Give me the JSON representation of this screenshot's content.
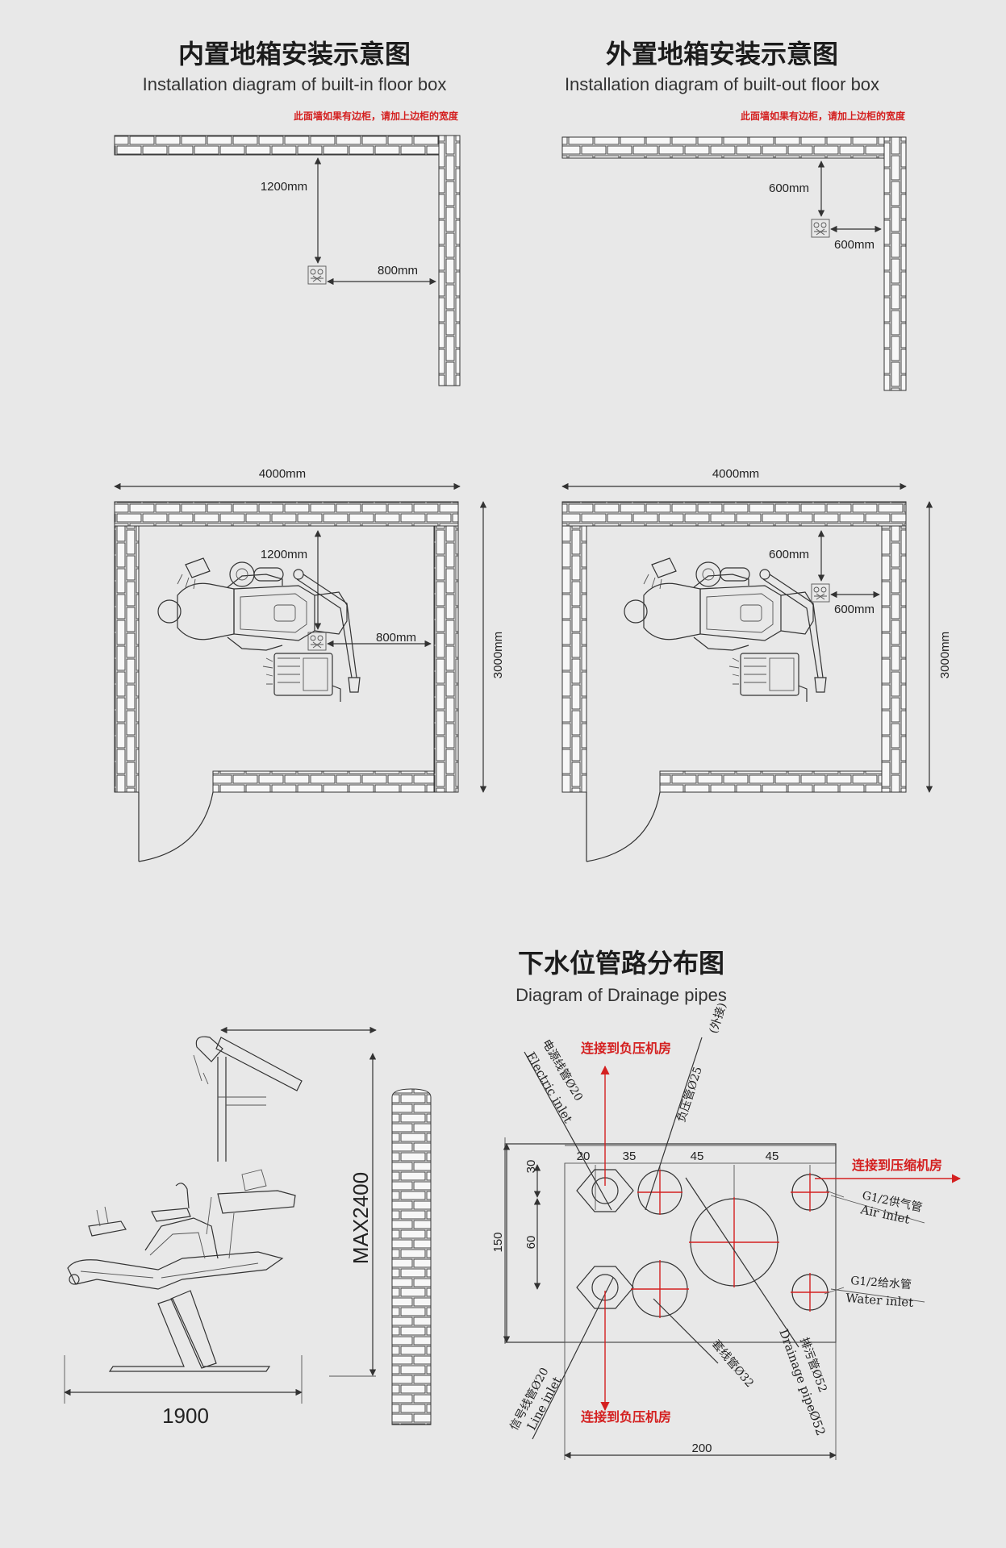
{
  "sections": {
    "builtin": {
      "title_cn": "内置地箱安装示意图",
      "title_en": "Installation diagram of built-in floor box",
      "note": "此面墙如果有边柜，请加上边柜的宽度",
      "dim_vertical": "1200mm",
      "dim_horizontal": "800mm",
      "room_width": "4000mm",
      "room_depth": "3000mm"
    },
    "builtout": {
      "title_cn": "外置地箱安装示意图",
      "title_en": "Installation diagram of built-out floor box",
      "note": "此面墙如果有边柜，请加上边柜的宽度",
      "dim_vertical": "600mm",
      "dim_horizontal": "600mm",
      "room_width": "4000mm",
      "room_depth": "3000mm"
    },
    "drainage": {
      "title_cn": "下水位管路分布图",
      "title_en": "Diagram of Drainage pipes",
      "max_height": "MAX2400",
      "chair_length": "1900",
      "dims": {
        "d20": "20",
        "d35": "35",
        "d45a": "45",
        "d45b": "45",
        "d30": "30",
        "d60": "60",
        "d150": "150",
        "d200": "200"
      },
      "labels": {
        "electric_cn": "电源线管Ø20",
        "electric_en": "Electric inlet",
        "negative_cn": "负压管Ø25",
        "negative_note": "(外接)",
        "air_cn": "G1/2供气管",
        "air_en": "Air inlet",
        "water_cn": "G1/2给水管",
        "water_en": "Water inlet",
        "drain_cn": "排污管Ø52",
        "drain_en": "Drainage pipeØ52",
        "cable_cn": "套线管Ø32",
        "line_cn": "信号线管Ø20",
        "line_en": "Line inlet"
      },
      "red_labels": {
        "top": "连接到负压机房",
        "right": "连接到压缩机房",
        "bottom": "连接到负压机房"
      }
    }
  }
}
